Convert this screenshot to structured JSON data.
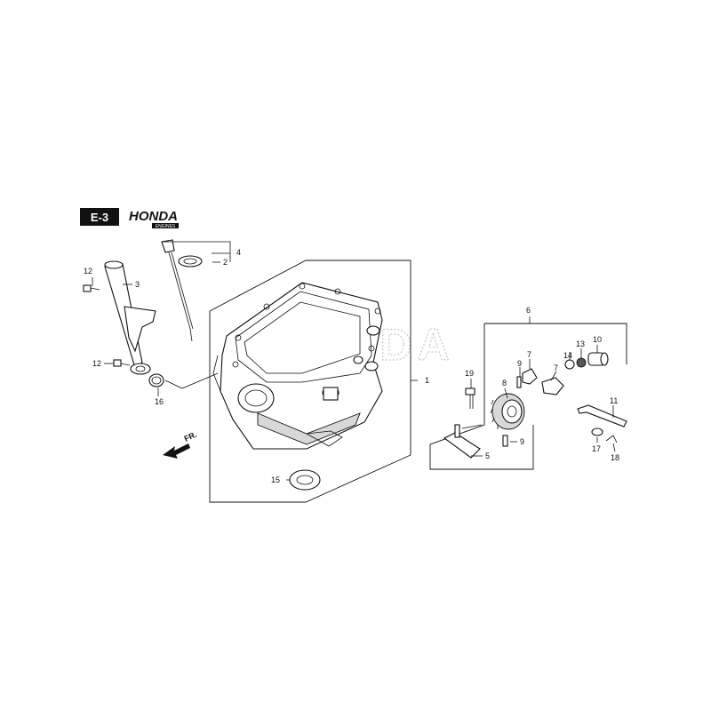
{
  "header": {
    "section_code": "E-3",
    "brand": "HONDA",
    "brand_sub": "ENGINES"
  },
  "watermark": "HONDA",
  "direction": "FR.",
  "callouts": {
    "c1": "1",
    "c2": "2",
    "c3": "3",
    "c4": "4",
    "c5": "5",
    "c6": "6",
    "c7a": "7",
    "c7b": "7",
    "c8": "8",
    "c9a": "9",
    "c9b": "9",
    "c10": "10",
    "c11": "11",
    "c12a": "12",
    "c12b": "12",
    "c13": "13",
    "c14": "14",
    "c15": "15",
    "c16": "16",
    "c17": "17",
    "c18": "18",
    "c19": "19"
  }
}
